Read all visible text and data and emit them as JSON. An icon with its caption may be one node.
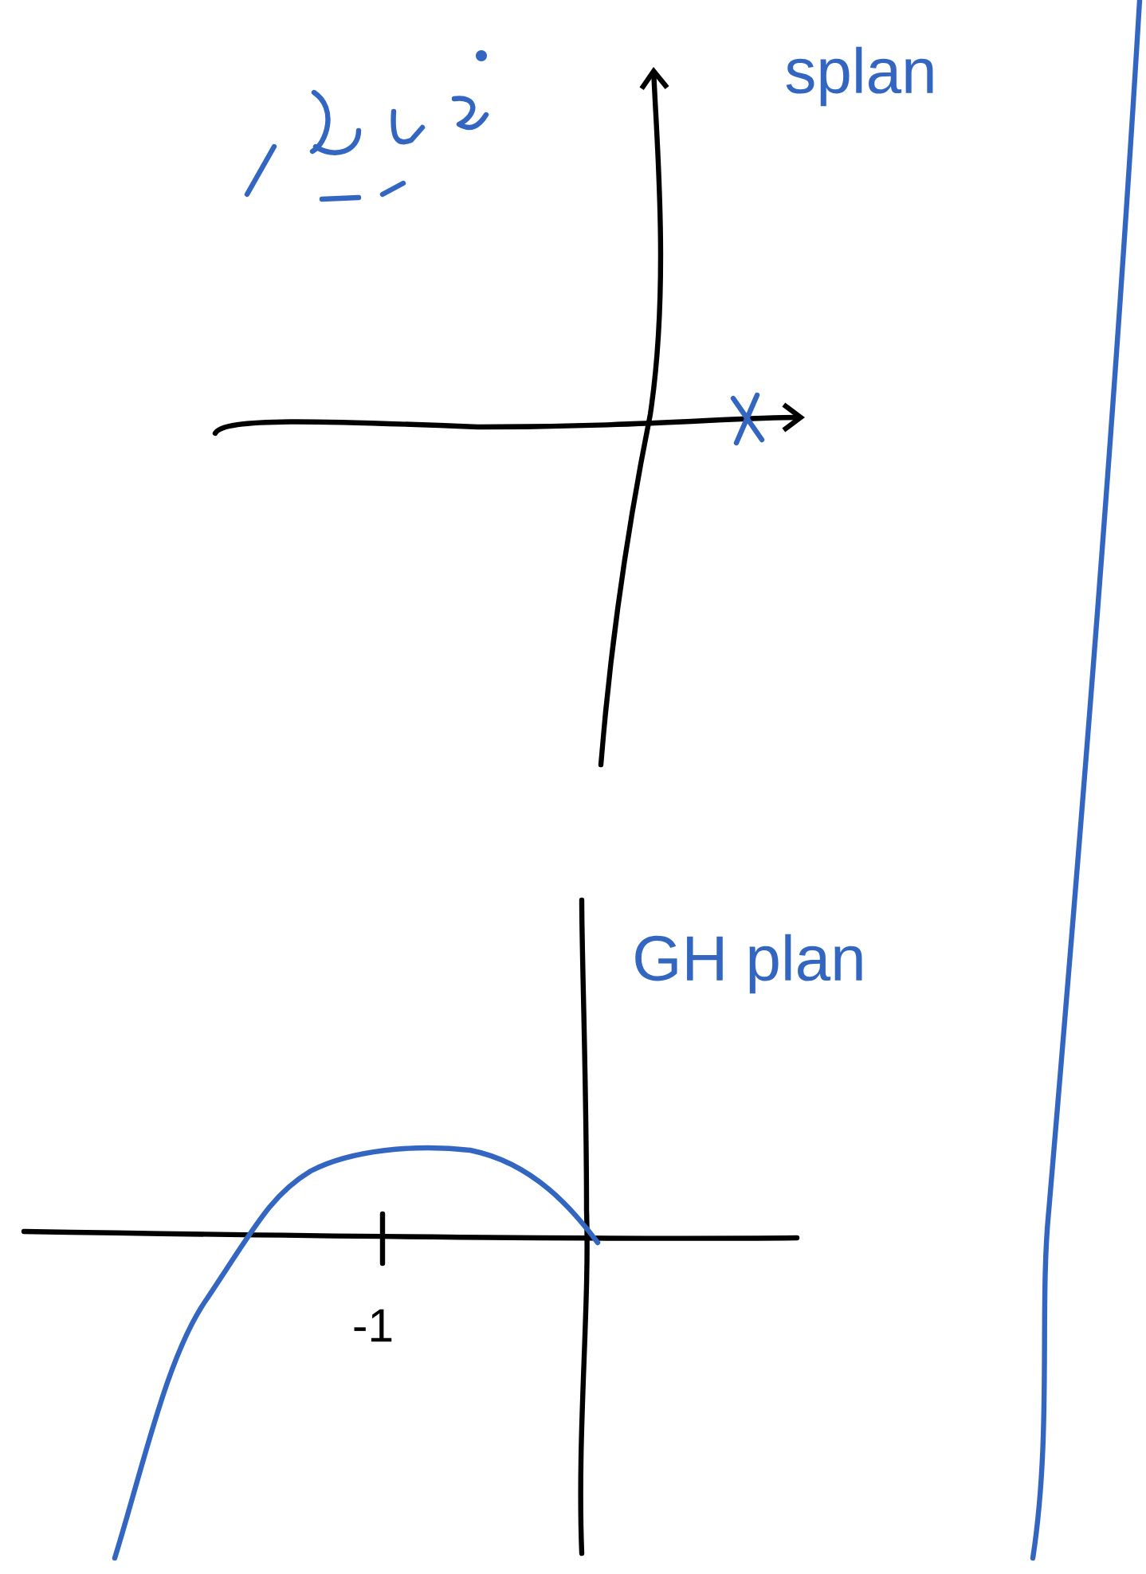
{
  "diagram": {
    "labels": [
      "splan",
      "GH plan",
      "-1"
    ]
  }
}
